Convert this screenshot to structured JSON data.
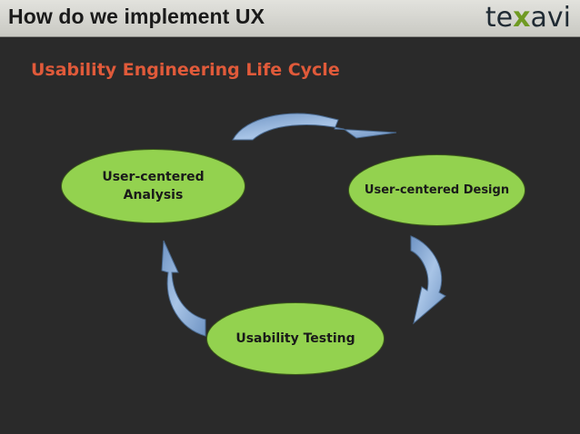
{
  "header": {
    "title": "How do we implement UX",
    "logo": {
      "part1": "te",
      "mark": "x",
      "part2": "avi"
    }
  },
  "subtitle": "Usability Engineering Life Cycle",
  "diagram": {
    "nodes": [
      {
        "id": "analysis",
        "label": "User-centered Analysis"
      },
      {
        "id": "design",
        "label": "User-centered Design"
      },
      {
        "id": "testing",
        "label": "Usability Testing"
      }
    ]
  },
  "colors": {
    "node_fill": "#93d24f",
    "arrow_fill": "#8fb0d8",
    "subtitle": "#e05a3a",
    "background": "#2a2a2a"
  }
}
